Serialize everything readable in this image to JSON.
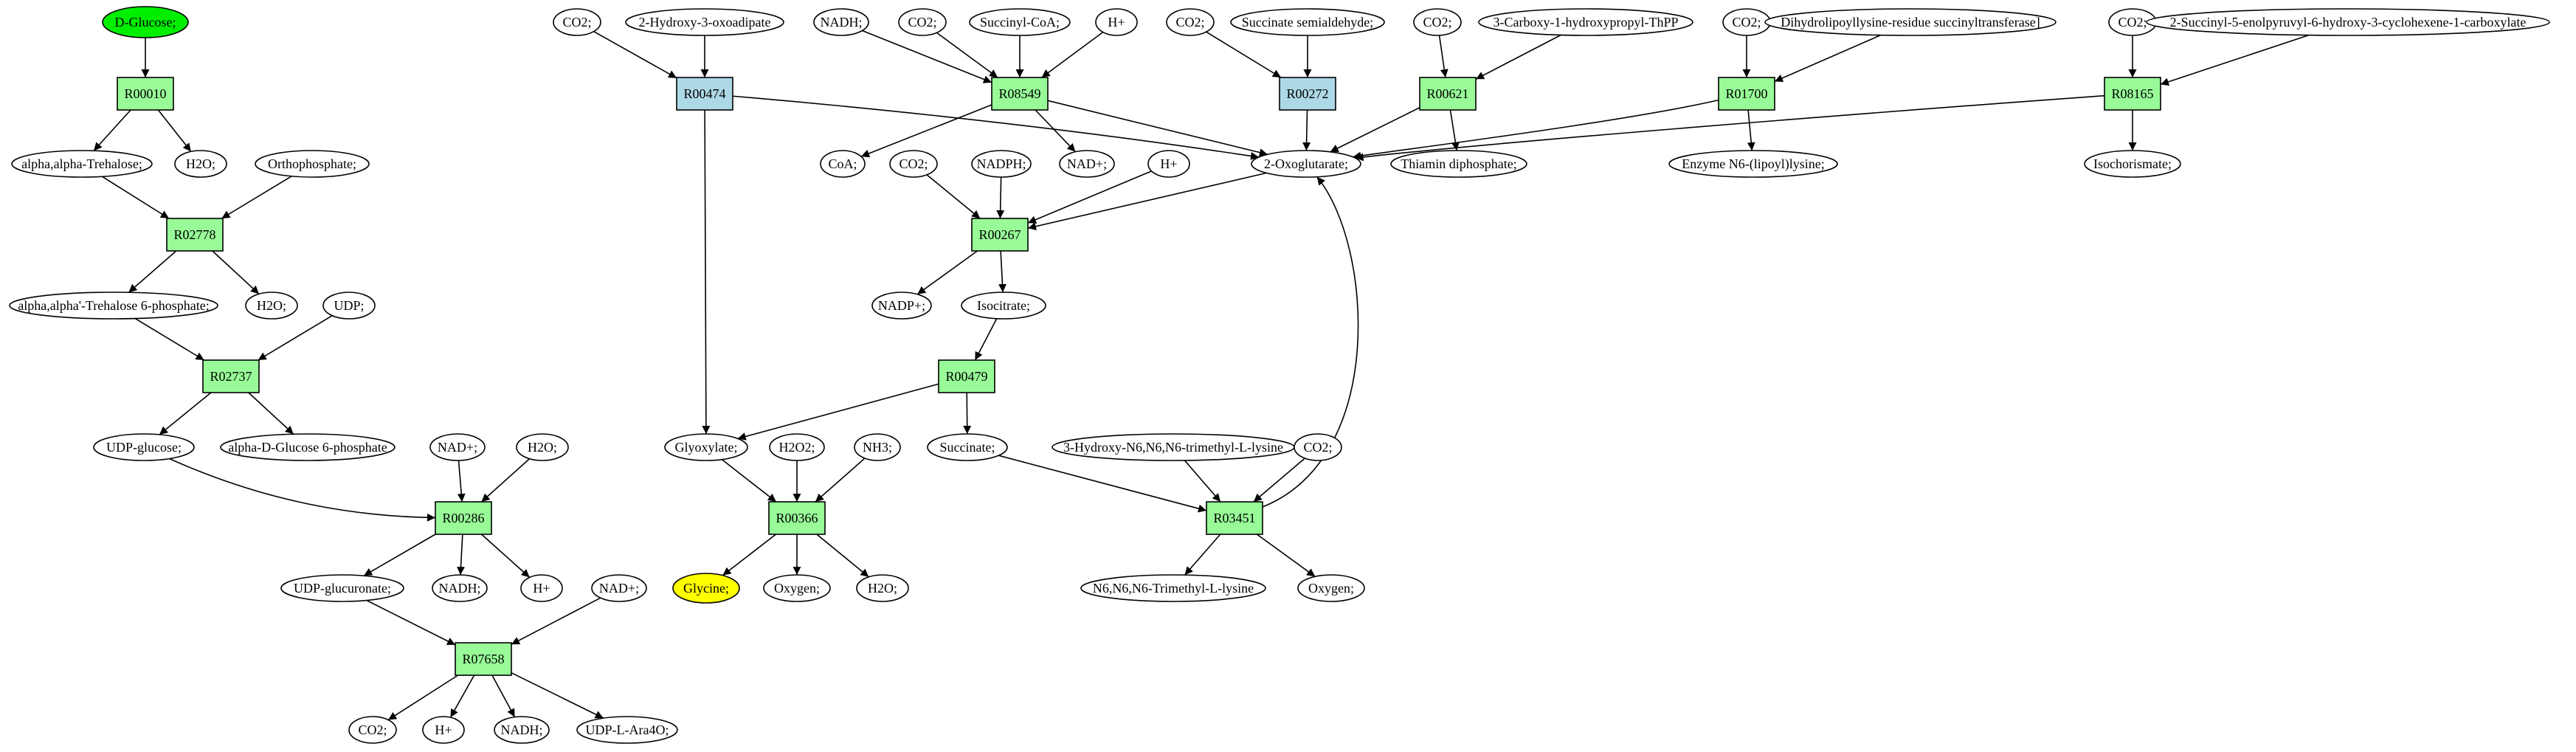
{
  "diagram": {
    "colors": {
      "reaction_default": "#98fb98",
      "reaction_highlight": "#add8e6",
      "start_compound": "#00ee00",
      "target_compound": "#ffff00",
      "compound_default": "#ffffff",
      "edge": "#000000"
    },
    "nodes": [
      {
        "id": "dglucose",
        "label": "D-Glucose;",
        "kind": "compound",
        "fill": "#00ee00"
      },
      {
        "id": "r00010",
        "label": "R00010",
        "kind": "reaction",
        "fill": "#98fb98"
      },
      {
        "id": "aatrehalose",
        "label": "alpha,alpha-Trehalose;",
        "kind": "compound"
      },
      {
        "id": "h2o_a",
        "label": "H2O;",
        "kind": "compound"
      },
      {
        "id": "orthophosphate",
        "label": "Orthophosphate;",
        "kind": "compound"
      },
      {
        "id": "r02778",
        "label": "R02778",
        "kind": "reaction",
        "fill": "#98fb98"
      },
      {
        "id": "aatrehalose6p",
        "label": "alpha,alpha'-Trehalose 6-phosphate;",
        "kind": "compound"
      },
      {
        "id": "h2o_b",
        "label": "H2O;",
        "kind": "compound"
      },
      {
        "id": "udp",
        "label": "UDP;",
        "kind": "compound"
      },
      {
        "id": "r02737",
        "label": "R02737",
        "kind": "reaction",
        "fill": "#98fb98"
      },
      {
        "id": "udpglucose",
        "label": "UDP-glucose;",
        "kind": "compound"
      },
      {
        "id": "adglucose6p",
        "label": "alpha-D-Glucose 6-phosphate",
        "kind": "compound"
      },
      {
        "id": "nadp_a",
        "label": "NAD+;",
        "kind": "compound"
      },
      {
        "id": "h2o_c",
        "label": "H2O;",
        "kind": "compound"
      },
      {
        "id": "r00286",
        "label": "R00286",
        "kind": "reaction",
        "fill": "#98fb98"
      },
      {
        "id": "udpglucuronate",
        "label": "UDP-glucuronate;",
        "kind": "compound"
      },
      {
        "id": "nadh_a",
        "label": "NADH;",
        "kind": "compound"
      },
      {
        "id": "hplus_a",
        "label": "H+",
        "kind": "compound"
      },
      {
        "id": "nadp_b",
        "label": "NAD+;",
        "kind": "compound"
      },
      {
        "id": "r07658",
        "label": "R07658",
        "kind": "reaction",
        "fill": "#98fb98"
      },
      {
        "id": "co2_a",
        "label": "CO2;",
        "kind": "compound"
      },
      {
        "id": "hplus_b",
        "label": "H+",
        "kind": "compound"
      },
      {
        "id": "nadh_b",
        "label": "NADH;",
        "kind": "compound"
      },
      {
        "id": "udplara4o",
        "label": "UDP-L-Ara4O;",
        "kind": "compound"
      },
      {
        "id": "co2_b",
        "label": "CO2;",
        "kind": "compound"
      },
      {
        "id": "hydroxyoxoadipate",
        "label": "2-Hydroxy-3-oxoadipate",
        "kind": "compound"
      },
      {
        "id": "r00474",
        "label": "R00474",
        "kind": "reaction",
        "fill": "#add8e6"
      },
      {
        "id": "nadh_c",
        "label": "NADH;",
        "kind": "compound"
      },
      {
        "id": "co2_c",
        "label": "CO2;",
        "kind": "compound"
      },
      {
        "id": "succinylcoa",
        "label": "Succinyl-CoA;",
        "kind": "compound"
      },
      {
        "id": "hplus_c",
        "label": "H+",
        "kind": "compound"
      },
      {
        "id": "r08549",
        "label": "R08549",
        "kind": "reaction",
        "fill": "#98fb98"
      },
      {
        "id": "co2_d",
        "label": "CO2;",
        "kind": "compound"
      },
      {
        "id": "succsemialdehyde",
        "label": "Succinate semialdehyde;",
        "kind": "compound"
      },
      {
        "id": "r00272",
        "label": "R00272",
        "kind": "reaction",
        "fill": "#add8e6"
      },
      {
        "id": "co2_e",
        "label": "CO2;",
        "kind": "compound"
      },
      {
        "id": "carboxyhydroxypropylthpp",
        "label": "3-Carboxy-1-hydroxypropyl-ThPP",
        "kind": "compound"
      },
      {
        "id": "r00621",
        "label": "R00621",
        "kind": "reaction",
        "fill": "#98fb98"
      },
      {
        "id": "co2_f",
        "label": "CO2;",
        "kind": "compound"
      },
      {
        "id": "dihydrolipoyllysine",
        "label": "Dihydrolipoyllysine-residue succinyltransferase]",
        "kind": "compound"
      },
      {
        "id": "r01700",
        "label": "R01700",
        "kind": "reaction",
        "fill": "#98fb98"
      },
      {
        "id": "co2_g",
        "label": "CO2;",
        "kind": "compound"
      },
      {
        "id": "succinylenolpyruvyl",
        "label": "2-Succinyl-5-enolpyruvyl-6-hydroxy-3-cyclohexene-1-carboxylate",
        "kind": "compound"
      },
      {
        "id": "r08165",
        "label": "R08165",
        "kind": "reaction",
        "fill": "#98fb98"
      },
      {
        "id": "coa",
        "label": "CoA;",
        "kind": "compound"
      },
      {
        "id": "co2_h",
        "label": "CO2;",
        "kind": "compound"
      },
      {
        "id": "nadph",
        "label": "NADPH;",
        "kind": "compound"
      },
      {
        "id": "nadplus_a",
        "label": "NAD+;",
        "kind": "compound"
      },
      {
        "id": "hplus_d",
        "label": "H+",
        "kind": "compound"
      },
      {
        "id": "oxoglutarate",
        "label": "2-Oxoglutarate;",
        "kind": "compound"
      },
      {
        "id": "thiamindp",
        "label": "Thiamin diphosphate;",
        "kind": "compound"
      },
      {
        "id": "enzymelipoyllysine",
        "label": "Enzyme N6-(lipoyl)lysine;",
        "kind": "compound"
      },
      {
        "id": "isochorismate",
        "label": "Isochorismate;",
        "kind": "compound"
      },
      {
        "id": "r00267",
        "label": "R00267",
        "kind": "reaction",
        "fill": "#98fb98"
      },
      {
        "id": "nadpplus",
        "label": "NADP+;",
        "kind": "compound"
      },
      {
        "id": "isocitrate",
        "label": "Isocitrate;",
        "kind": "compound"
      },
      {
        "id": "r00479",
        "label": "R00479",
        "kind": "reaction",
        "fill": "#98fb98"
      },
      {
        "id": "glyoxylate",
        "label": "Glyoxylate;",
        "kind": "compound"
      },
      {
        "id": "h2o2",
        "label": "H2O2;",
        "kind": "compound"
      },
      {
        "id": "nh3",
        "label": "NH3;",
        "kind": "compound"
      },
      {
        "id": "succinate",
        "label": "Succinate;",
        "kind": "compound"
      },
      {
        "id": "hydroxytrimethyllysine",
        "label": "3-Hydroxy-N6,N6,N6-trimethyl-L-lysine",
        "kind": "compound"
      },
      {
        "id": "co2_i",
        "label": "CO2;",
        "kind": "compound"
      },
      {
        "id": "r00366",
        "label": "R00366",
        "kind": "reaction",
        "fill": "#98fb98"
      },
      {
        "id": "r03451",
        "label": "R03451",
        "kind": "reaction",
        "fill": "#98fb98"
      },
      {
        "id": "glycine",
        "label": "Glycine;",
        "kind": "compound",
        "fill": "#ffff00"
      },
      {
        "id": "oxygen_a",
        "label": "Oxygen;",
        "kind": "compound"
      },
      {
        "id": "h2o_d",
        "label": "H2O;",
        "kind": "compound"
      },
      {
        "id": "trimethyllysine",
        "label": "N6,N6,N6-Trimethyl-L-lysine",
        "kind": "compound"
      },
      {
        "id": "oxygen_b",
        "label": "Oxygen;",
        "kind": "compound"
      }
    ],
    "edges": [
      [
        "dglucose",
        "r00010"
      ],
      [
        "r00010",
        "aatrehalose"
      ],
      [
        "r00010",
        "h2o_a"
      ],
      [
        "aatrehalose",
        "r02778"
      ],
      [
        "orthophosphate",
        "r02778"
      ],
      [
        "r02778",
        "aatrehalose6p"
      ],
      [
        "r02778",
        "h2o_b"
      ],
      [
        "aatrehalose6p",
        "r02737"
      ],
      [
        "udp",
        "r02737"
      ],
      [
        "r02737",
        "udpglucose"
      ],
      [
        "r02737",
        "adglucose6p"
      ],
      [
        "udpglucose",
        "r00286"
      ],
      [
        "nadp_a",
        "r00286"
      ],
      [
        "h2o_c",
        "r00286"
      ],
      [
        "r00286",
        "udpglucuronate"
      ],
      [
        "r00286",
        "nadh_a"
      ],
      [
        "r00286",
        "hplus_a"
      ],
      [
        "udpglucuronate",
        "r07658"
      ],
      [
        "nadp_b",
        "r07658"
      ],
      [
        "r07658",
        "co2_a"
      ],
      [
        "r07658",
        "hplus_b"
      ],
      [
        "r07658",
        "nadh_b"
      ],
      [
        "r07658",
        "udplara4o"
      ],
      [
        "co2_b",
        "r00474"
      ],
      [
        "hydroxyoxoadipate",
        "r00474"
      ],
      [
        "r00474",
        "oxoglutarate"
      ],
      [
        "r00474",
        "glyoxylate"
      ],
      [
        "nadh_c",
        "r08549"
      ],
      [
        "co2_c",
        "r08549"
      ],
      [
        "succinylcoa",
        "r08549"
      ],
      [
        "hplus_c",
        "r08549"
      ],
      [
        "r08549",
        "coa"
      ],
      [
        "r08549",
        "nadplus_a"
      ],
      [
        "r08549",
        "oxoglutarate"
      ],
      [
        "co2_d",
        "r00272"
      ],
      [
        "succsemialdehyde",
        "r00272"
      ],
      [
        "r00272",
        "oxoglutarate"
      ],
      [
        "co2_e",
        "r00621"
      ],
      [
        "carboxyhydroxypropylthpp",
        "r00621"
      ],
      [
        "r00621",
        "oxoglutarate"
      ],
      [
        "r00621",
        "thiamindp"
      ],
      [
        "co2_f",
        "r01700"
      ],
      [
        "dihydrolipoyllysine",
        "r01700"
      ],
      [
        "r01700",
        "oxoglutarate"
      ],
      [
        "r01700",
        "enzymelipoyllysine"
      ],
      [
        "co2_g",
        "r08165"
      ],
      [
        "succinylenolpyruvyl",
        "r08165"
      ],
      [
        "r08165",
        "oxoglutarate"
      ],
      [
        "r08165",
        "isochorismate"
      ],
      [
        "co2_h",
        "r00267"
      ],
      [
        "nadph",
        "r00267"
      ],
      [
        "hplus_d",
        "r00267"
      ],
      [
        "oxoglutarate",
        "r00267"
      ],
      [
        "r00267",
        "nadpplus"
      ],
      [
        "r00267",
        "isocitrate"
      ],
      [
        "isocitrate",
        "r00479"
      ],
      [
        "r00479",
        "glyoxylate"
      ],
      [
        "r00479",
        "succinate"
      ],
      [
        "glyoxylate",
        "r00366"
      ],
      [
        "h2o2",
        "r00366"
      ],
      [
        "nh3",
        "r00366"
      ],
      [
        "r00366",
        "glycine"
      ],
      [
        "r00366",
        "oxygen_a"
      ],
      [
        "r00366",
        "h2o_d"
      ],
      [
        "succinate",
        "r03451"
      ],
      [
        "hydroxytrimethyllysine",
        "r03451"
      ],
      [
        "co2_i",
        "r03451"
      ],
      [
        "r03451",
        "trimethyllysine"
      ],
      [
        "r03451",
        "oxygen_b"
      ],
      [
        "r03451",
        "oxoglutarate"
      ]
    ]
  }
}
